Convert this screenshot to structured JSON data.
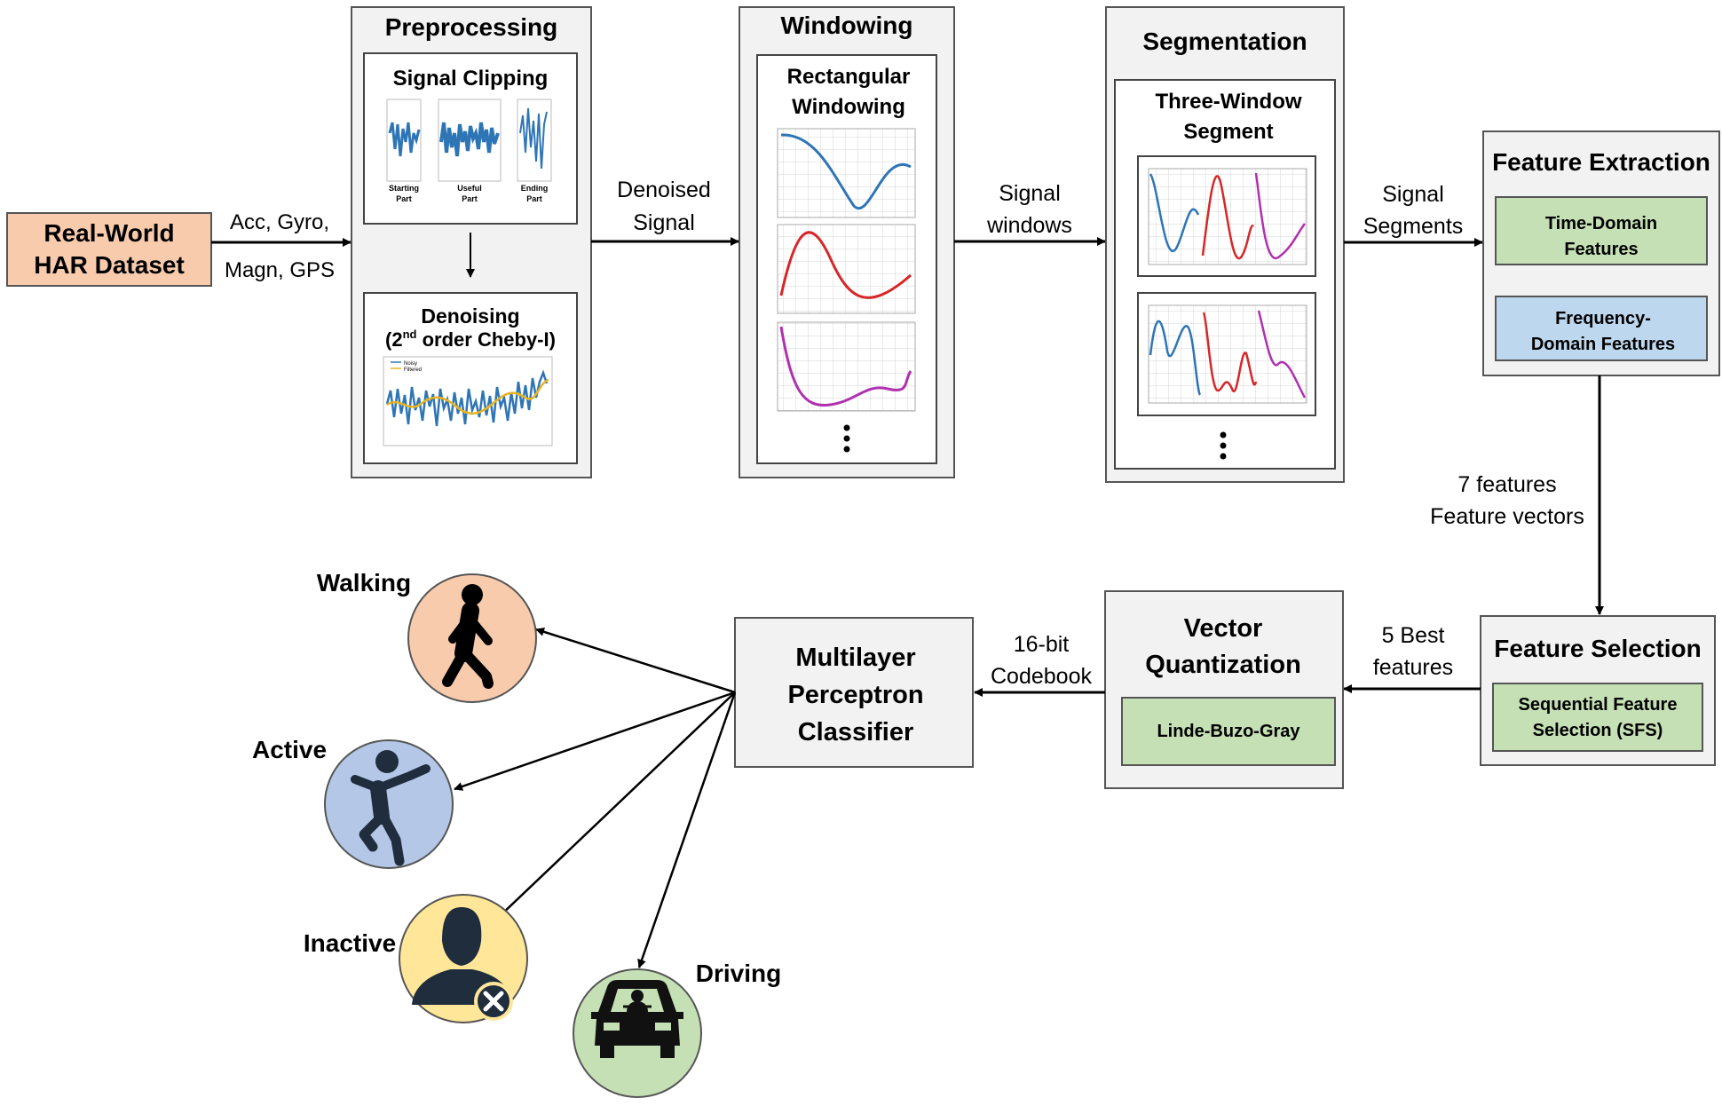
{
  "input": {
    "line1": "Real-World",
    "line2": "HAR Dataset",
    "fill": "#f8cbad"
  },
  "edge_sensors": {
    "line1": "Acc, Gyro,",
    "line2": "Magn, GPS"
  },
  "preprocessing": {
    "title": "Preprocessing",
    "clipping": {
      "title": "Signal Clipping",
      "parts": [
        "Starting",
        "Part",
        "Useful",
        "Part",
        "Ending",
        "Part"
      ]
    },
    "denoising": {
      "title": "Denoising",
      "sub_a": "(2",
      "sup": "nd",
      "sub_b": " order Cheby-I)",
      "legend": [
        "Noisy",
        "Filtered"
      ]
    }
  },
  "edge_denoised": {
    "line1": "Denoised",
    "line2": "Signal"
  },
  "windowing": {
    "title": "Windowing",
    "inner1": "Rectangular",
    "inner2": "Windowing"
  },
  "edge_windows": {
    "line1": "Signal",
    "line2": "windows"
  },
  "segmentation": {
    "title": "Segmentation",
    "inner1": "Three-Window",
    "inner2": "Segment"
  },
  "edge_segments": {
    "line1": "Signal",
    "line2": "Segments"
  },
  "feature_extraction": {
    "title": "Feature Extraction",
    "time_1": "Time-Domain",
    "time_2": "Features",
    "freq_1": "Frequency-",
    "freq_2": "Domain Features"
  },
  "edge_features": {
    "line1": "7 features",
    "line2": "Feature vectors"
  },
  "feature_selection": {
    "title": "Feature Selection",
    "sfs_1": "Sequential Feature",
    "sfs_2": "Selection (SFS)"
  },
  "edge_best": {
    "line1": "5 Best",
    "line2": "features"
  },
  "vector_quantization": {
    "title_1": "Vector",
    "title_2": "Quantization",
    "lbg": "Linde-Buzo-Gray"
  },
  "edge_codebook": {
    "line1": "16-bit",
    "line2": "Codebook"
  },
  "classifier": {
    "line1": "Multilayer",
    "line2": "Perceptron",
    "line3": "Classifier"
  },
  "activities": [
    {
      "label": "Walking",
      "icon": "walking-person-icon",
      "fill": "#f8cbad"
    },
    {
      "label": "Active",
      "icon": "jumping-person-icon",
      "fill": "#b4c7e7"
    },
    {
      "label": "Inactive",
      "icon": "inactive-person-icon",
      "fill": "#ffe699"
    },
    {
      "label": "Driving",
      "icon": "car-driver-icon",
      "fill": "#c5e0b4"
    }
  ],
  "colors": {
    "panel": "#f2f2f2",
    "green_box": "#c5e0b4",
    "blue_box": "#bdd7ee",
    "wave_blue": "#2e75b6",
    "wave_red": "#d62728",
    "wave_purple": "#b030b0",
    "filtered": "#e6b422",
    "icon_dark": "#1f2d3d"
  }
}
